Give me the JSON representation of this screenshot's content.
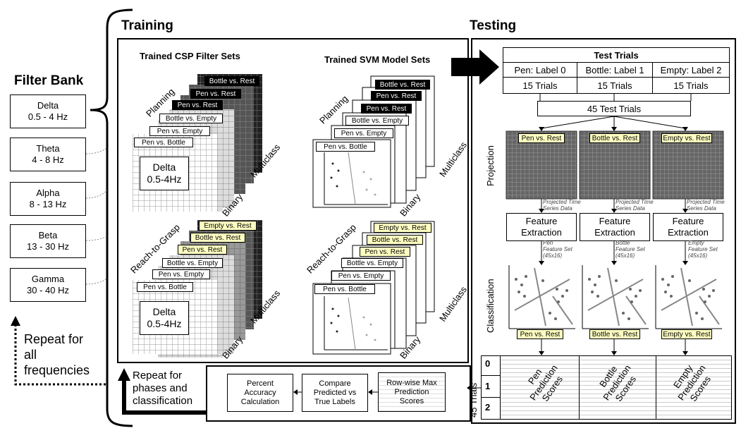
{
  "filter_bank": {
    "title": "Filter Bank",
    "bands": [
      {
        "name": "Delta",
        "range": "0.5 - 4 Hz"
      },
      {
        "name": "Theta",
        "range": "4 - 8 Hz"
      },
      {
        "name": "Alpha",
        "range": "8 - 13 Hz"
      },
      {
        "name": "Beta",
        "range": "13 - 30 Hz"
      },
      {
        "name": "Gamma",
        "range": "30 - 40 Hz"
      }
    ],
    "repeat_note": [
      "Repeat for",
      "all",
      "frequencies"
    ]
  },
  "training": {
    "title": "Training",
    "csp_title": "Trained CSP Filter Sets",
    "svm_title": "Trained SVM Model Sets",
    "phase_planning": "Planning",
    "phase_reach": "Reach-to-Grasp",
    "multiclass": "Multiclass",
    "binary": "Binary",
    "delta_box": [
      "Delta",
      "0.5-4Hz"
    ],
    "planning_csp_labels": [
      "Bottle vs. Rest",
      "Pen vs. Rest",
      "Pen vs. Rest",
      "Bottle vs. Empty",
      "Pen vs. Empty",
      "Pen vs. Bottle"
    ],
    "planning_svm_labels": [
      "Bottle vs. Rest",
      "Pen vs. Rest",
      "Pen vs. Rest",
      "Bottle vs. Empty",
      "Pen vs. Empty",
      "Pen vs. Bottle"
    ],
    "reach_csp_labels": [
      "Empty vs. Rest",
      "Bottle vs. Rest",
      "Pen vs. Rest",
      "Bottle vs. Empty",
      "Pen vs. Empty",
      "Pen vs. Bottle"
    ],
    "reach_svm_labels": [
      "Empty vs. Rest",
      "Bottle vs. Rest",
      "Pen vs. Rest",
      "Bottle vs. Empty",
      "Pen vs. Empty",
      "Pen vs. Bottle"
    ]
  },
  "testing": {
    "title": "Testing",
    "test_trials_header": "Test Trials",
    "labels": [
      "Pen: Label 0",
      "Bottle: Label 1",
      "Empty: Label 2"
    ],
    "counts": [
      "15 Trials",
      "15 Trials",
      "15 Trials"
    ],
    "total": "45 Test Trials",
    "projection": "Projection",
    "classification": "Classification",
    "proj_labels": [
      "Pen vs. Rest",
      "Bottle vs. Rest",
      "Empty vs. Rest"
    ],
    "proj_note": [
      "Projected Time",
      "Series Data"
    ],
    "feature_extraction": [
      "Feature",
      "Extraction"
    ],
    "feature_sets": [
      [
        "Pen",
        "Feature Set",
        "(45x16)"
      ],
      [
        "Bottle",
        "Feature Set",
        "(45x16)"
      ],
      [
        "Empty",
        "Feature Set",
        "(45x16)"
      ]
    ],
    "class_labels": [
      "Pen vs. Rest",
      "Bottle vs. Rest",
      "Empty vs. Rest"
    ],
    "rows_label": "45 Trials",
    "row_indices": [
      "0",
      "1",
      "2"
    ],
    "prediction_scores": [
      [
        "Pen",
        "Prediction",
        "Scores"
      ],
      [
        "Bottle",
        "Prediction",
        "Scores"
      ],
      [
        "Empty",
        "Prediction",
        "Scores"
      ]
    ]
  },
  "pipeline": {
    "repeat_note": [
      "Repeat for",
      "phases and",
      "classification"
    ],
    "steps": [
      [
        "Row-wise Max",
        "Prediction",
        "Scores"
      ],
      [
        "Compare",
        "Predicted vs",
        "True Labels"
      ],
      [
        "Percent",
        "Accuracy",
        "Calculation"
      ]
    ]
  }
}
